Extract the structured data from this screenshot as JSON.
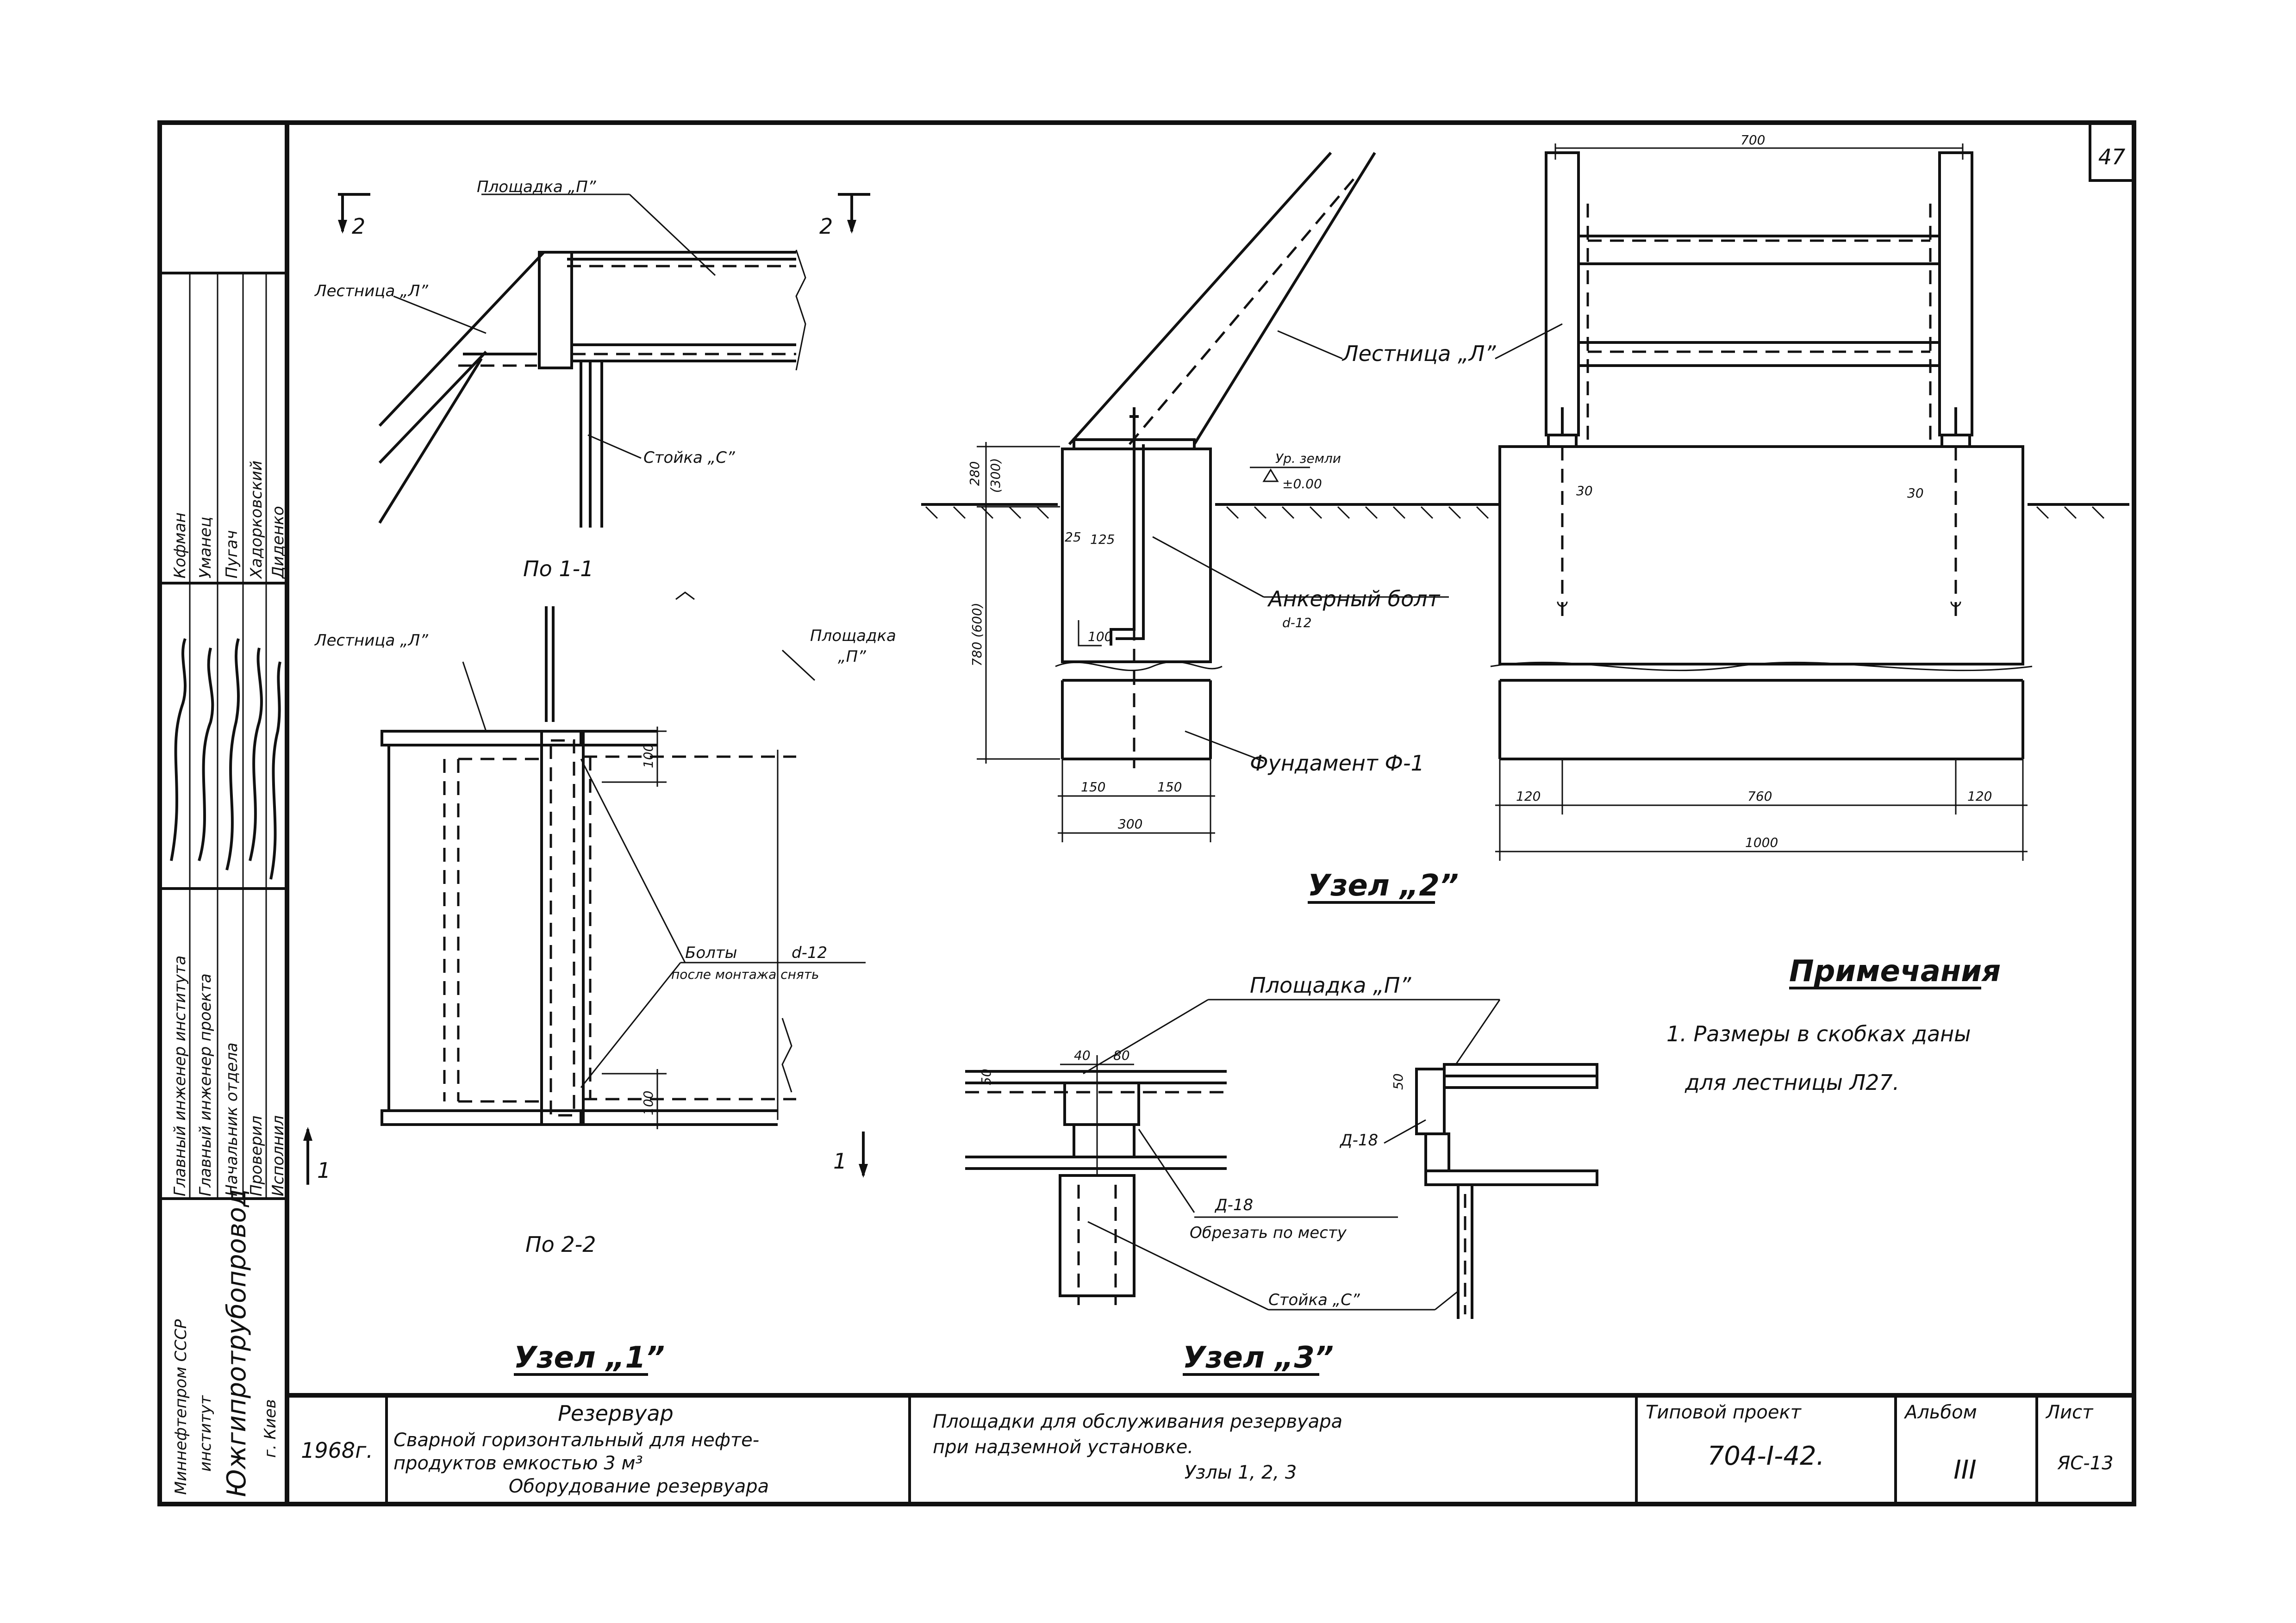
{
  "sheet": {
    "number": "47"
  },
  "node1": {
    "title": "Узел „1”",
    "view_11": "По 1-1",
    "view_22": "По 2-2",
    "section_mark_2": "2",
    "section_mark_1": "1",
    "labels": {
      "platform": "Площадка „П”",
      "stair": "Лестница „Л”",
      "post": "Стойка „С”",
      "platform_b": "Площадка",
      "platform_b2": "„П”",
      "stair_b": "Лестница „Л”",
      "bolts": "Болты",
      "bolts_d": "d-12",
      "bolts_note": "после монтажа снять"
    },
    "dims": {
      "d100a": "100",
      "d100b": "100"
    }
  },
  "node2": {
    "title": "Узел „2”",
    "labels": {
      "stair": "Лестница „Л”",
      "ground_level": "Ур. земли",
      "ground_value": "±0.00",
      "anchor_bolt": "Анкерный болт",
      "anchor_d": "d-12",
      "foundation": "Фундамент Ф-1"
    },
    "dims": {
      "d280": "280",
      "d300": "(300)",
      "d780": "780 (600)",
      "d25": "25",
      "d125": "125",
      "d100": "100",
      "d150a": "150",
      "d150b": "150",
      "d300b": "300",
      "d700": "700",
      "d30a": "30",
      "d30b": "30",
      "d120a": "120",
      "d760": "760",
      "d120b": "120",
      "d1000": "1000"
    }
  },
  "node3": {
    "title": "Узел „3”",
    "labels": {
      "platform": "Площадка „П”",
      "d18a": "Д-18",
      "d18b": "Д-18",
      "cut_note": "Обрезать по месту",
      "post": "Стойка „С”"
    },
    "dims": {
      "d40": "40",
      "d80": "80",
      "d50a": "50",
      "d50b": "50"
    }
  },
  "notes": {
    "heading": "Примечания",
    "line1": "1. Размеры в скобках даны",
    "line2": "для лестницы Л27."
  },
  "stamp": {
    "names": [
      "Кофман",
      "Уманец",
      "Пугач",
      "Хадорковский",
      "Диденко"
    ],
    "roles": [
      "Главный инженер института",
      "Главный инженер проекта",
      "Начальник отдела",
      "Проверил",
      "Исполнил"
    ],
    "org1": "Миннефтепром СССР",
    "org2": "институт",
    "org3": "Южгипротрубопровод",
    "org4": "г. Киев"
  },
  "titleblock": {
    "year": "1968г.",
    "object_title": "Резервуар",
    "object_line1": "Сварной горизонтальный для нефте-",
    "object_line2": "продуктов емкостью 3 м³",
    "object_line3": "Оборудование резервуара",
    "sheet_line1": "Площадки для обслуживания резервуара",
    "sheet_line2": "при надземной установке.",
    "sheet_line3": "Узлы 1, 2, 3",
    "project_label": "Типовой проект",
    "project_number": "704-I-42.",
    "album_label": "Альбом",
    "album_number": "III",
    "list_label": "Лист",
    "list_number": "ЯС-13"
  }
}
